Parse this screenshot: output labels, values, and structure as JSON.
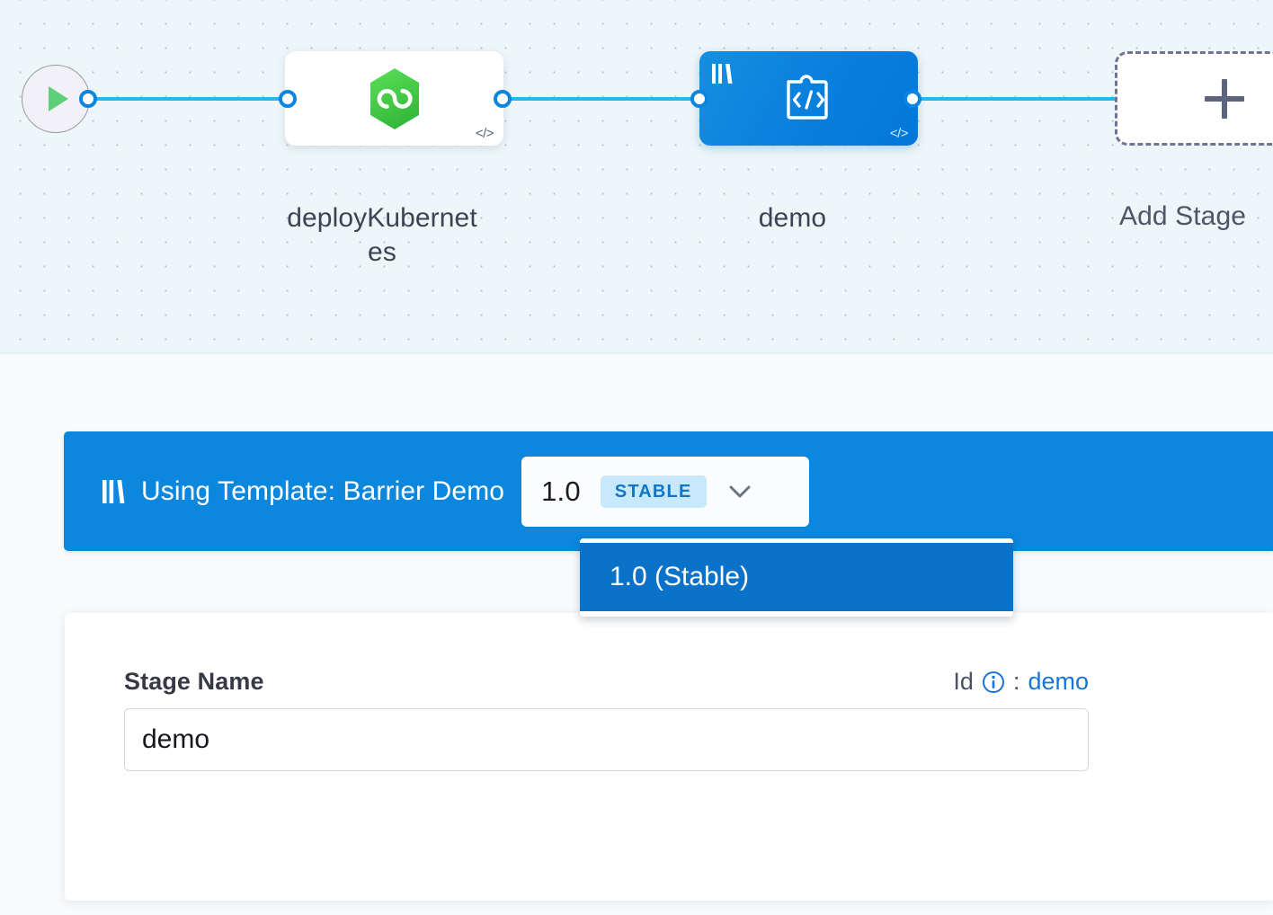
{
  "canvas": {
    "start_node": {
      "icon": "play-icon"
    },
    "nodes": [
      {
        "label": "deployKubernet\nes",
        "label_line1": "deployKubernet",
        "label_line2": "es",
        "type": "deployment",
        "icon": "harness-cd-hexagon-icon",
        "corner_icon": "code-icon",
        "corner_icon_text": "</>"
      },
      {
        "label": "demo",
        "type": "custom-template",
        "icon": "puzzle-code-icon",
        "library_icon": "template-library-icon",
        "corner_icon": "code-icon",
        "corner_icon_text": "</>"
      }
    ],
    "add_stage": {
      "label": "Add Stage",
      "icon": "plus-icon"
    }
  },
  "template_bar": {
    "icon": "template-library-icon",
    "text": "Using Template: Barrier Demo",
    "version": "1.0",
    "badge": "STABLE",
    "chevron": "chevron-down-icon"
  },
  "version_dropdown": {
    "options": [
      {
        "label": "1.0 (Stable)",
        "selected": true
      }
    ]
  },
  "stage_form": {
    "name_label": "Stage Name",
    "id_label": "Id",
    "id_info_icon": "info-circle-icon",
    "id_separator": ":",
    "id_value": "demo",
    "name_value": "demo",
    "name_placeholder": "Stage Name"
  },
  "colors": {
    "brand_blue": "#0b87de",
    "dropdown_highlight": "#0b72ca",
    "badge_bg": "#c8e9fb",
    "badge_text": "#1276c7",
    "link_blue": "#1a74d4",
    "canvas_bg": "#edf6f9",
    "connector": "#28b5f5",
    "node_green": "#4ed04e",
    "play_green": "#5fd07a"
  }
}
